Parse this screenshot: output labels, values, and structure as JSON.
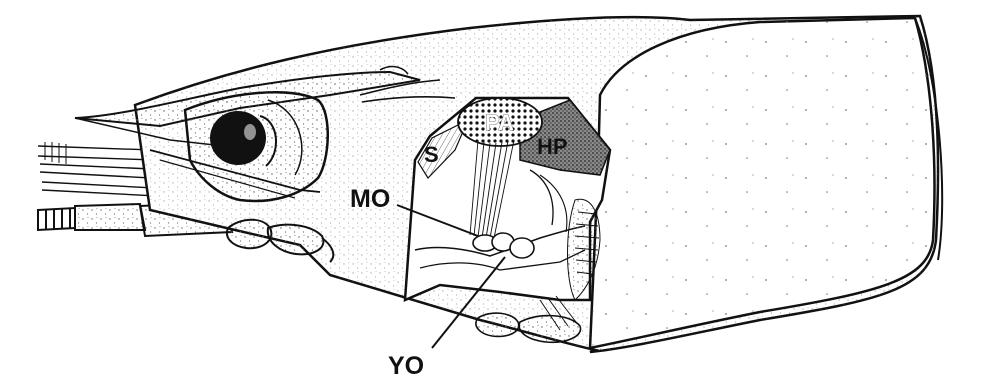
{
  "figure": {
    "labels": {
      "mo": "MO",
      "yo": "YO",
      "s": "S",
      "pa": "PA",
      "hp": "HP"
    }
  },
  "colors": {
    "ink": "#111111",
    "paper": "#ffffff",
    "stipple": "#6a6a6a"
  }
}
